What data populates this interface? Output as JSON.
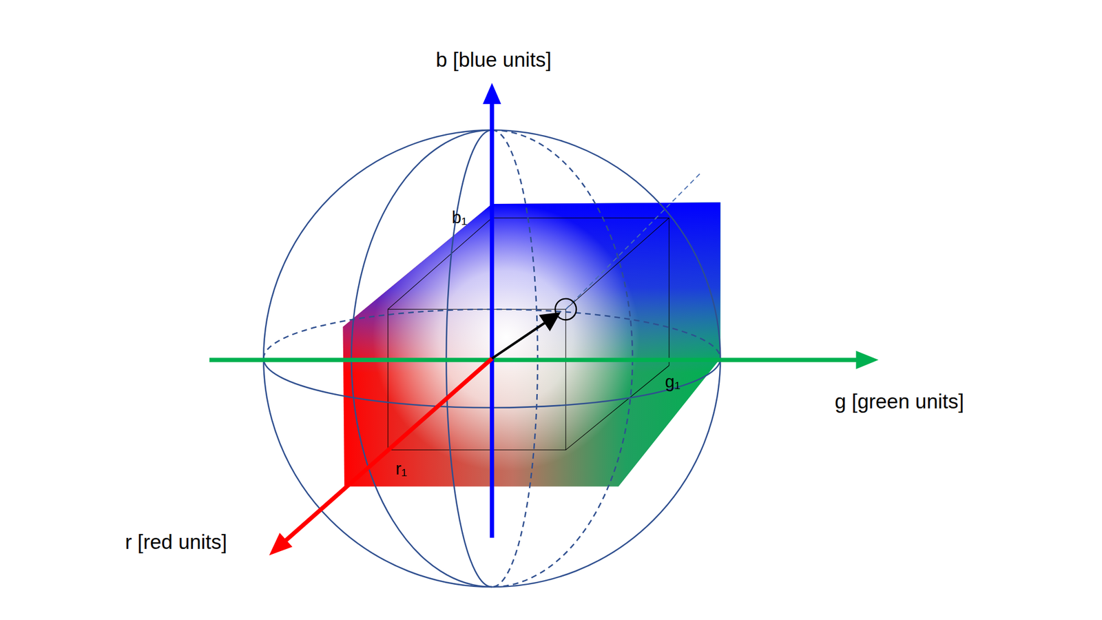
{
  "diagram": {
    "labels": [
      "b [blue units]",
      "b₁",
      "g₁",
      "g [green units]",
      "r₁",
      "r [red units]"
    ]
  }
}
